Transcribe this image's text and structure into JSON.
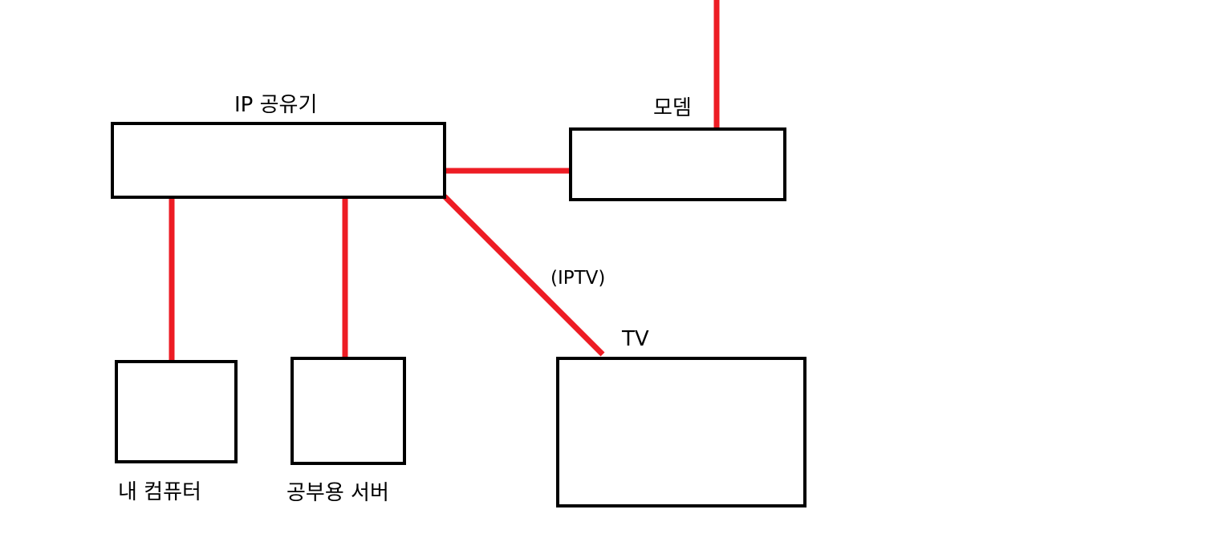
{
  "diagram": {
    "line_color": "#ed1c24",
    "box_border_color": "#000000",
    "background": "#ffffff",
    "nodes": {
      "router": {
        "label": "IP 공유기"
      },
      "modem": {
        "label": "모뎀"
      },
      "my_computer": {
        "label": "내 컴퓨터"
      },
      "study_server": {
        "label": "공부용 서버"
      },
      "tv": {
        "label": "TV"
      }
    },
    "edges": [
      {
        "from": "modem",
        "to": "external",
        "label": ""
      },
      {
        "from": "router",
        "to": "modem",
        "label": ""
      },
      {
        "from": "router",
        "to": "my_computer",
        "label": ""
      },
      {
        "from": "router",
        "to": "study_server",
        "label": ""
      },
      {
        "from": "router",
        "to": "tv",
        "label": "(IPTV)"
      }
    ]
  }
}
